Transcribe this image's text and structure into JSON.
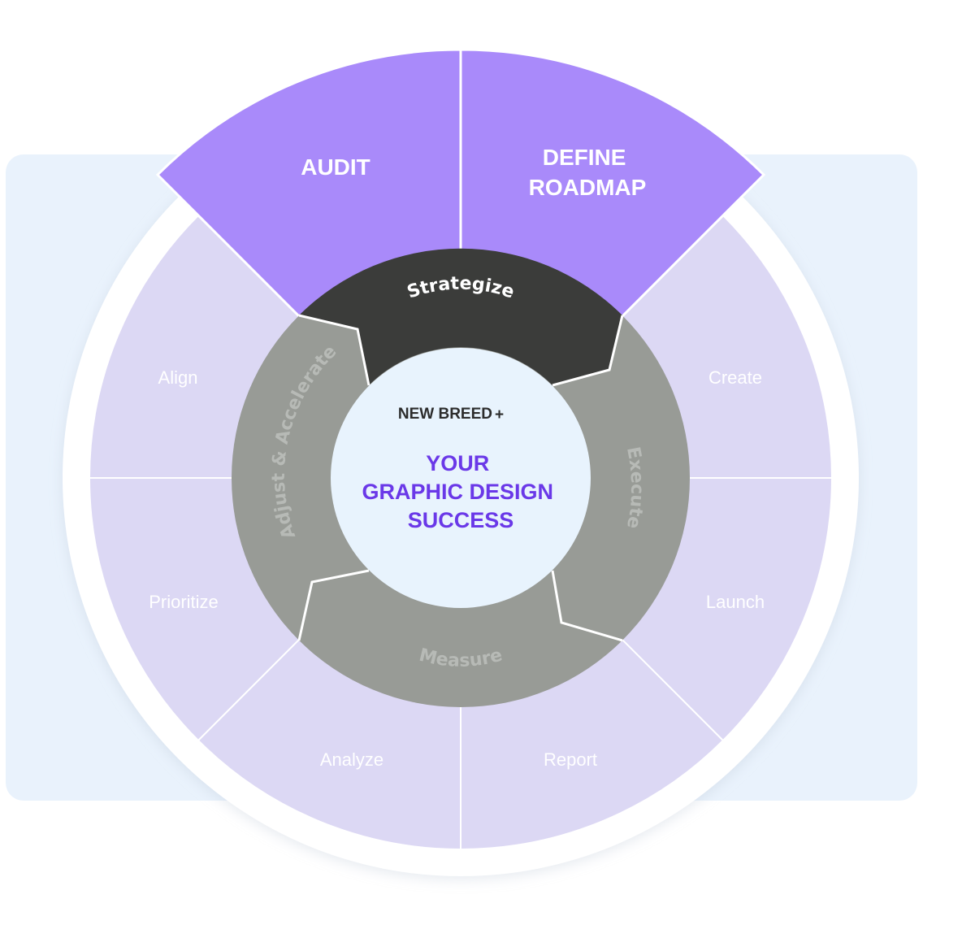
{
  "center": {
    "brand": "NEW BREED",
    "brand_symbol": "+",
    "title_lines": [
      "YOUR",
      "GRAPHIC DESIGN",
      "SUCCESS"
    ]
  },
  "highlighted_segments": {
    "audit": "AUDIT",
    "define_roadmap_lines": [
      "DEFINE",
      "ROADMAP"
    ]
  },
  "outer_segments": {
    "align": "Align",
    "create": "Create",
    "prioritize": "Prioritize",
    "launch": "Launch",
    "analyze": "Analyze",
    "report": "Report"
  },
  "phases": {
    "strategize": "Strategize",
    "execute": "Execute",
    "measure": "Measure",
    "adjust_accelerate": "Adjust & Accelerate"
  },
  "colors": {
    "backdrop": "#e9f2fc",
    "outer_segment": "#dcd8f4",
    "highlight_segment": "#a98afa",
    "phase_ring": "#989b96",
    "phase_active": "#3b3c3a",
    "phase_text": "#b7bab6",
    "center_disc": "#e8f3fd",
    "title": "#6a38e8"
  },
  "icons": [
    "plus-icon"
  ]
}
